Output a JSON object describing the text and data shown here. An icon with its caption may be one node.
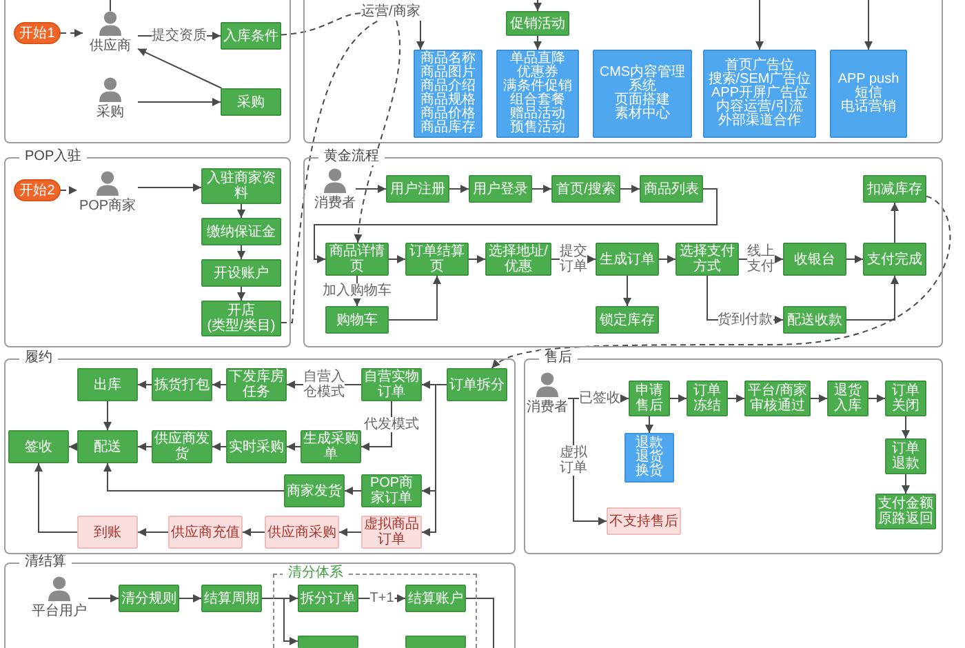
{
  "diagram": {
    "nodes": [
      {
        "text": [],
        "shape": "box"
      },
      {
        "text": [
          "开始1"
        ],
        "in": 0
      },
      {
        "text": [
          "供应商"
        ],
        "in": 0
      },
      {
        "text": [
          "入库条件"
        ],
        "in": 0
      },
      {
        "text": [
          "采购"
        ],
        "in": 0
      },
      {
        "text": [
          "采购"
        ],
        "in": 0
      },
      {
        "text": [],
        "shape": "box"
      },
      {
        "text": [
          "商品名称",
          "商品图片",
          "商品介绍",
          "商品规格",
          "商品价格",
          "商品库存"
        ],
        "in": 6
      },
      {
        "text": [
          "促销活动"
        ],
        "in": 6
      },
      {
        "text": [
          "单品直降",
          "优惠券",
          "满条件促销",
          "组合套餐",
          "赠品活动",
          "预售活动"
        ],
        "in": 6
      },
      {
        "text": [
          "CMS内容管理系统",
          "页面搭建",
          "素材中心"
        ],
        "in": 6
      },
      {
        "text": [
          "首页广告位",
          "搜索/SEM广告位",
          "APP开屏广告位",
          "内容运营/引流",
          "外部渠道合作"
        ],
        "in": 6
      },
      {
        "text": [
          "APP push",
          "短信",
          "电话营销"
        ],
        "in": 6
      },
      {
        "text": [
          "POP入驻"
        ]
      },
      {
        "text": [
          "开始2"
        ],
        "in": 13
      },
      {
        "text": [
          "POP商家"
        ],
        "in": 13
      },
      {
        "text": [
          "入驻商家资料"
        ],
        "in": 13
      },
      {
        "text": [
          "缴纳保证金"
        ],
        "in": 13
      },
      {
        "text": [
          "开设账户"
        ],
        "in": 13
      },
      {
        "text": [
          "开店",
          "(类型/类目)"
        ],
        "in": 13
      },
      {
        "text": [
          "黄金流程"
        ]
      },
      {
        "text": [
          "消费者"
        ],
        "in": 20
      },
      {
        "text": [
          "用户注册"
        ],
        "in": 20
      },
      {
        "text": [
          "用户登录"
        ],
        "in": 20
      },
      {
        "text": [
          "首页/搜索"
        ],
        "in": 20
      },
      {
        "text": [
          "商品列表"
        ],
        "in": 20
      },
      {
        "text": [
          "扣减库存"
        ],
        "in": 20
      },
      {
        "text": [
          "商品详情页"
        ],
        "in": 20
      },
      {
        "text": [
          "订单结算页"
        ],
        "in": 20
      },
      {
        "text": [
          "选择地址/优惠"
        ],
        "in": 20
      },
      {
        "text": [
          "生成订单"
        ],
        "in": 20
      },
      {
        "text": [
          "选择支付方式"
        ],
        "in": 20
      },
      {
        "text": [
          "收银台"
        ],
        "in": 20
      },
      {
        "text": [
          "支付完成"
        ],
        "in": 20
      },
      {
        "text": [
          "购物车"
        ],
        "in": 20
      },
      {
        "text": [
          "锁定库存"
        ],
        "in": 20
      },
      {
        "text": [
          "配送收款"
        ],
        "in": 20
      },
      {
        "text": [
          "履约"
        ]
      },
      {
        "text": [
          "出库"
        ],
        "in": 37
      },
      {
        "text": [
          "拣货打包"
        ],
        "in": 37
      },
      {
        "text": [
          "下发库房任务"
        ],
        "in": 37
      },
      {
        "text": [
          "自营实物订单"
        ],
        "in": 37
      },
      {
        "text": [
          "订单拆分"
        ],
        "in": 37
      },
      {
        "text": [
          "签收"
        ],
        "in": 37
      },
      {
        "text": [
          "配送"
        ],
        "in": 37
      },
      {
        "text": [
          "供应商发货"
        ],
        "in": 37
      },
      {
        "text": [
          "实时采购"
        ],
        "in": 37
      },
      {
        "text": [
          "生成采购单"
        ],
        "in": 37
      },
      {
        "text": [
          "商家发货"
        ],
        "in": 37
      },
      {
        "text": [
          "POP商家订单"
        ],
        "in": 37
      },
      {
        "text": [
          "到账"
        ],
        "in": 37
      },
      {
        "text": [
          "供应商充值"
        ],
        "in": 37
      },
      {
        "text": [
          "供应商采购"
        ],
        "in": 37
      },
      {
        "text": [
          "虚拟商品订单"
        ],
        "in": 37
      },
      {
        "text": [
          "售后"
        ]
      },
      {
        "text": [
          "消费者"
        ],
        "in": 54
      },
      {
        "text": [
          "申请售后"
        ],
        "in": 54
      },
      {
        "text": [
          "订单冻结"
        ],
        "in": 54
      },
      {
        "text": [
          "平台/商家审核通过"
        ],
        "in": 54
      },
      {
        "text": [
          "退货入库"
        ],
        "in": 54
      },
      {
        "text": [
          "订单关闭"
        ],
        "in": 54
      },
      {
        "text": [
          "退款",
          "退货",
          "换货"
        ],
        "in": 54
      },
      {
        "text": [
          "订单退款"
        ],
        "in": 54
      },
      {
        "text": [
          "不支持售后"
        ],
        "in": 54
      },
      {
        "text": [
          "支付金额原路返回"
        ],
        "in": 54
      },
      {
        "text": [
          "清结算"
        ]
      },
      {
        "text": [
          "平台用户"
        ],
        "in": 65
      },
      {
        "text": [
          "清分规则"
        ],
        "in": 65
      },
      {
        "text": [
          "结算周期"
        ],
        "in": 65
      },
      {
        "text": [
          "清分体系"
        ],
        "in": 65
      },
      {
        "text": [
          "拆分订单"
        ],
        "in": 69
      },
      {
        "text": [
          "结算账户"
        ],
        "in": 69
      },
      {
        "text": [],
        "shape": "box",
        "in": 69
      },
      {
        "text": [],
        "shape": "box",
        "in": 69
      },
      {
        "text": [
          "运营/商家"
        ],
        "in": 6
      }
    ],
    "edges": [
      {
        "from": null,
        "to": 2,
        "arrow": "none"
      },
      {
        "from": 1,
        "to": 2,
        "arrow": "to",
        "style": "dashed"
      },
      {
        "from": 2,
        "to": 3,
        "arrow": "to",
        "label": "提交资质"
      },
      {
        "from": 4,
        "to": 5,
        "arrow": "to"
      },
      {
        "from": 5,
        "to": 2,
        "arrow": "to"
      },
      {
        "from": 3,
        "to": 74,
        "arrow": "none",
        "style": "dashed"
      },
      {
        "from": 74,
        "to": 7,
        "arrow": "to"
      },
      {
        "from": null,
        "to": 8,
        "arrow": "to"
      },
      {
        "from": 8,
        "to": 9,
        "arrow": "to"
      },
      {
        "from": null,
        "to": 11,
        "arrow": "to"
      },
      {
        "from": null,
        "to": 12,
        "arrow": "to"
      },
      {
        "from": 14,
        "to": 15,
        "arrow": "to",
        "style": "dashed"
      },
      {
        "from": 15,
        "to": 16,
        "arrow": "to"
      },
      {
        "from": 16,
        "to": 17,
        "arrow": "to",
        "style": "dashed"
      },
      {
        "from": 17,
        "to": 18,
        "arrow": "to",
        "style": "dashed"
      },
      {
        "from": 18,
        "to": 19,
        "arrow": "to",
        "style": "dashed"
      },
      {
        "from": 19,
        "to": 74,
        "arrow": "none",
        "style": "dashed"
      },
      {
        "from": 74,
        "to": 27,
        "arrow": "to",
        "style": "dashed"
      },
      {
        "from": 21,
        "to": 22,
        "arrow": "to"
      },
      {
        "from": 22,
        "to": 23,
        "arrow": "to"
      },
      {
        "from": 23,
        "to": 24,
        "arrow": "to"
      },
      {
        "from": 24,
        "to": 25,
        "arrow": "to"
      },
      {
        "from": 25,
        "to": 27,
        "arrow": "to"
      },
      {
        "from": 27,
        "to": 28,
        "arrow": "to"
      },
      {
        "from": 27,
        "to": 34,
        "arrow": "to",
        "label": "加入购物车"
      },
      {
        "from": 34,
        "to": 28,
        "arrow": "to"
      },
      {
        "from": 28,
        "to": 29,
        "arrow": "to"
      },
      {
        "from": 29,
        "to": 30,
        "arrow": "to",
        "label": "提交订单"
      },
      {
        "from": 30,
        "to": 35,
        "arrow": "to"
      },
      {
        "from": 30,
        "to": 31,
        "arrow": "to"
      },
      {
        "from": 31,
        "to": 32,
        "arrow": "to",
        "label": "线上支付"
      },
      {
        "from": 32,
        "to": 33,
        "arrow": "to"
      },
      {
        "from": 31,
        "to": 36,
        "arrow": "to",
        "label": "货到付款"
      },
      {
        "from": 36,
        "to": 33,
        "arrow": "to"
      },
      {
        "from": 33,
        "to": 26,
        "arrow": "to"
      },
      {
        "from": 26,
        "to": 42,
        "arrow": "to",
        "style": "dashed"
      },
      {
        "from": 42,
        "to": 41,
        "arrow": "to"
      },
      {
        "from": 41,
        "to": 40,
        "arrow": "to",
        "label": "自营入仓模式"
      },
      {
        "from": 41,
        "to": 47,
        "arrow": "to",
        "label": "代发模式"
      },
      {
        "from": 40,
        "to": 39,
        "arrow": "to"
      },
      {
        "from": 39,
        "to": 38,
        "arrow": "to"
      },
      {
        "from": 38,
        "to": 44,
        "arrow": "to"
      },
      {
        "from": 47,
        "to": 46,
        "arrow": "to"
      },
      {
        "from": 46,
        "to": 45,
        "arrow": "to"
      },
      {
        "from": 45,
        "to": 44,
        "arrow": "to"
      },
      {
        "from": 44,
        "to": 43,
        "arrow": "to"
      },
      {
        "from": 42,
        "to": 49,
        "arrow": "to"
      },
      {
        "from": 49,
        "to": 48,
        "arrow": "to"
      },
      {
        "from": 48,
        "to": 44,
        "arrow": "to"
      },
      {
        "from": 42,
        "to": 53,
        "arrow": "to"
      },
      {
        "from": 53,
        "to": 52,
        "arrow": "to"
      },
      {
        "from": 52,
        "to": 51,
        "arrow": "to"
      },
      {
        "from": 51,
        "to": 50,
        "arrow": "to"
      },
      {
        "from": 50,
        "to": 43,
        "arrow": "to"
      },
      {
        "from": 55,
        "to": 56,
        "arrow": "to",
        "label": "已签收"
      },
      {
        "from": 56,
        "to": 57,
        "arrow": "to"
      },
      {
        "from": 57,
        "to": 58,
        "arrow": "to"
      },
      {
        "from": 58,
        "to": 59,
        "arrow": "to"
      },
      {
        "from": 59,
        "to": 60,
        "arrow": "to"
      },
      {
        "from": 60,
        "to": 62,
        "arrow": "to"
      },
      {
        "from": 62,
        "to": 64,
        "arrow": "to"
      },
      {
        "from": 56,
        "to": 61,
        "arrow": "to"
      },
      {
        "from": 55,
        "to": 63,
        "arrow": "to",
        "label": "虚拟订单"
      },
      {
        "from": 66,
        "to": 67,
        "arrow": "to"
      },
      {
        "from": 67,
        "to": 68,
        "arrow": "to"
      },
      {
        "from": 68,
        "to": 70,
        "arrow": "to"
      },
      {
        "from": 70,
        "to": 71,
        "arrow": "to",
        "label": "T+1"
      },
      {
        "from": 68,
        "to": 72,
        "arrow": "to"
      },
      {
        "from": 71,
        "to": null,
        "arrow": "none"
      }
    ]
  }
}
